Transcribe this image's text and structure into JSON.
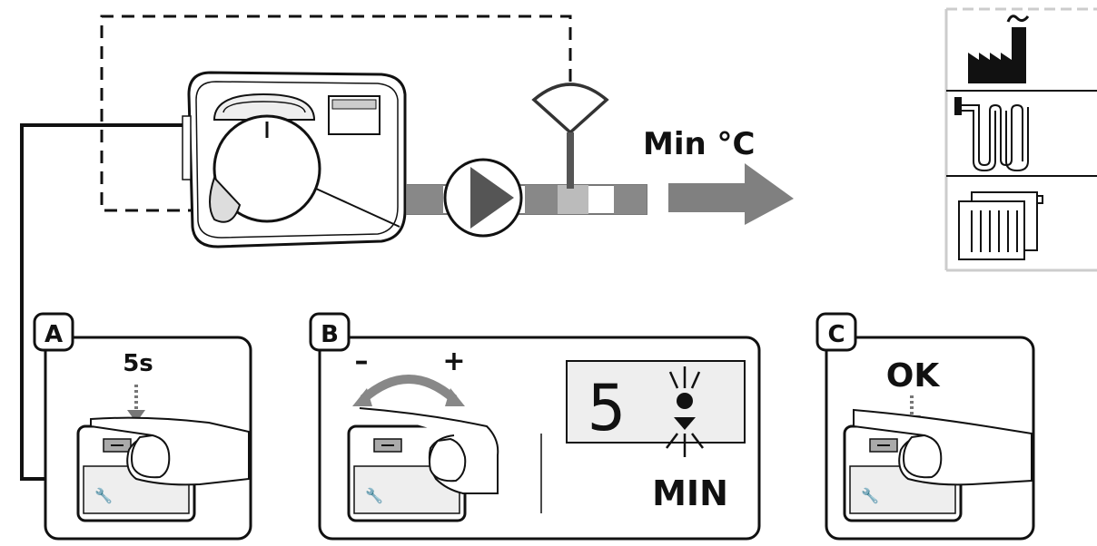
{
  "flow": {
    "output_label": "Min °C"
  },
  "steps": [
    {
      "letter": "A",
      "instruction": "5s"
    },
    {
      "letter": "B",
      "minus": "–",
      "plus": "+",
      "display_digit": "5",
      "display_label": "MIN"
    },
    {
      "letter": "C",
      "instruction": "OK"
    }
  ],
  "side_panel": {
    "icons": [
      "factory-icon",
      "floor-heating-icon",
      "radiator-icon"
    ]
  },
  "colors": {
    "line": "#111111",
    "grey": "#808080",
    "light_grey": "#d9d9d9"
  }
}
